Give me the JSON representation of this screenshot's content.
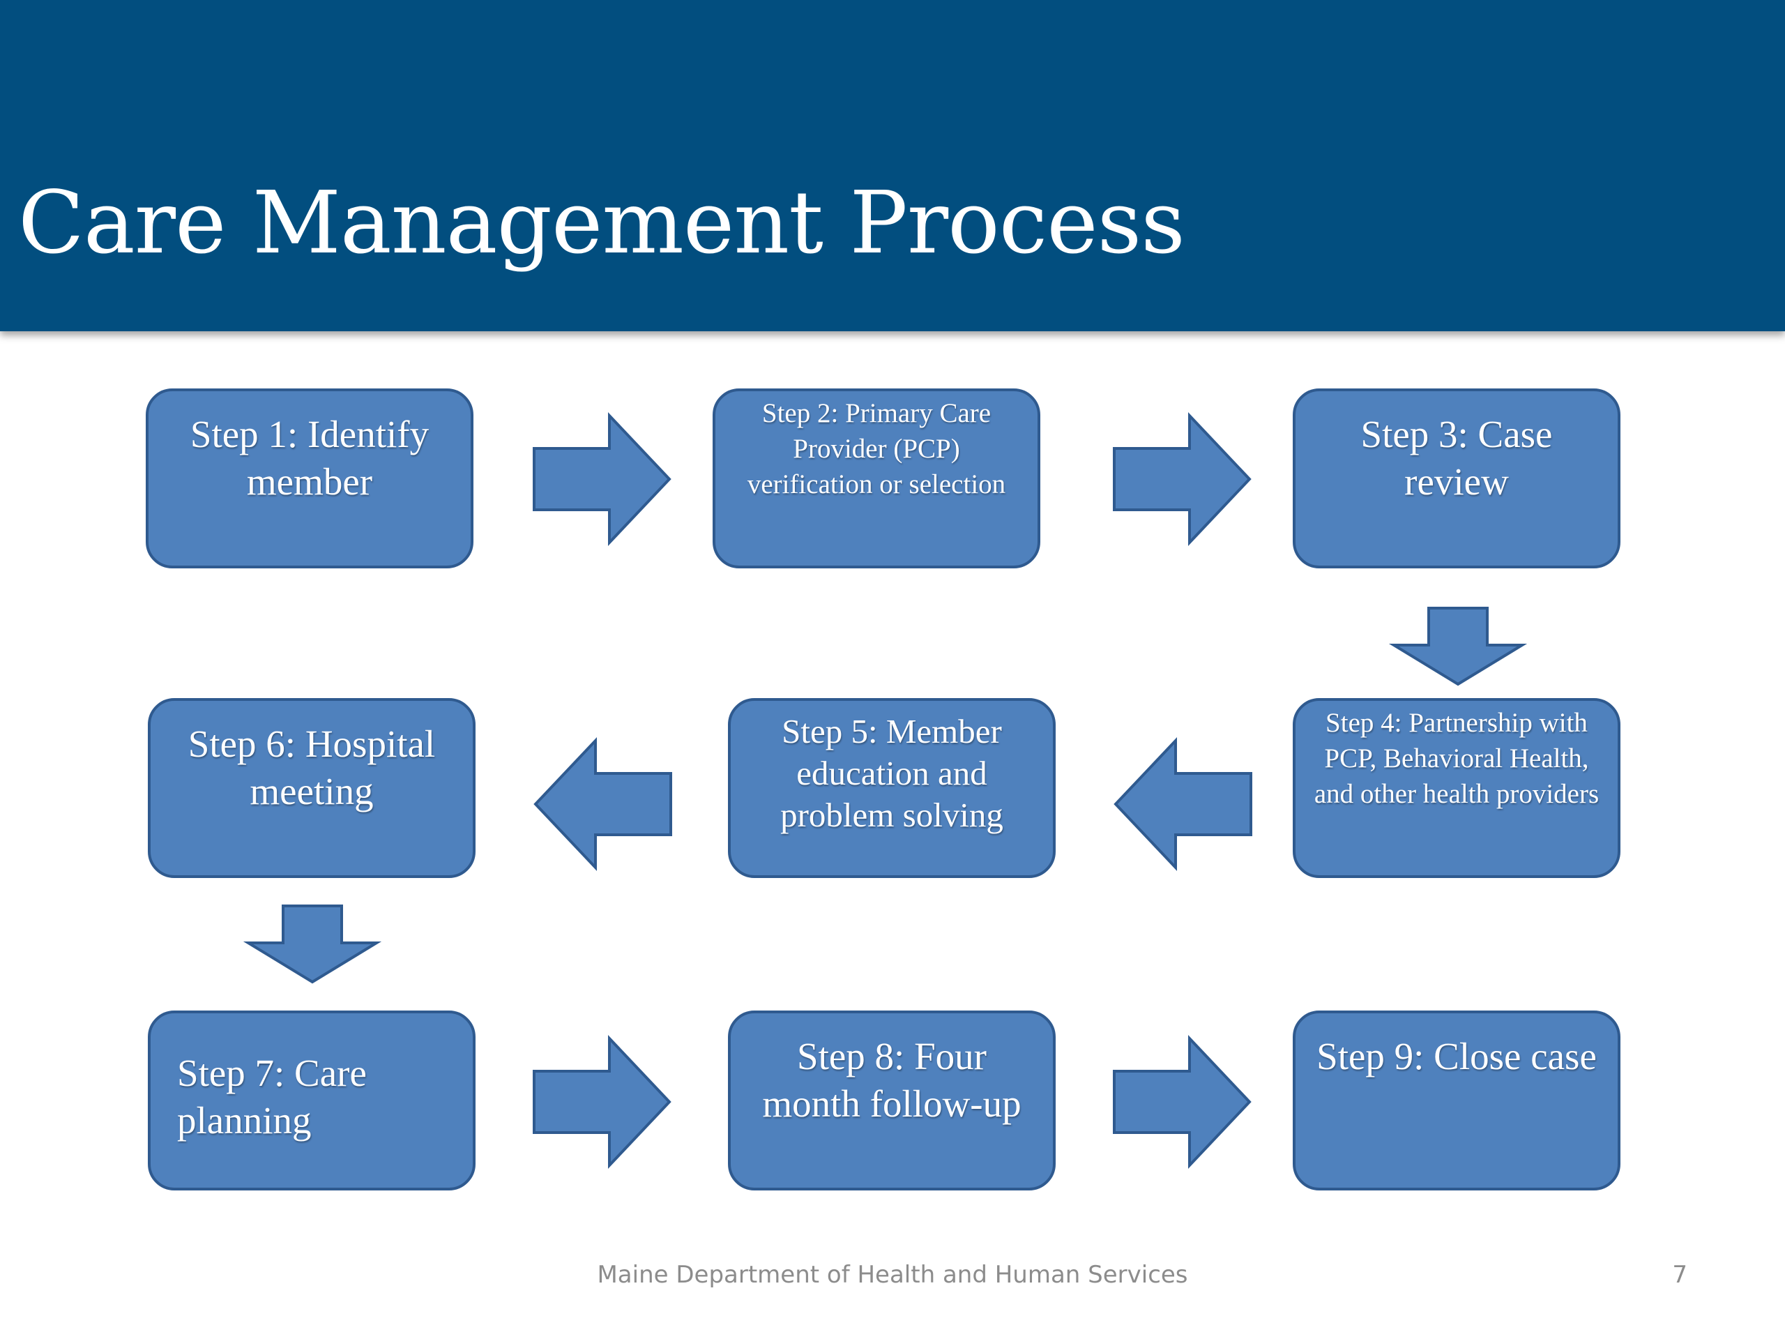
{
  "title": "Care Management Process",
  "colors": {
    "header": "#024e7f",
    "box_fill": "#4f81bd",
    "box_border": "#2f5a8f",
    "arrow_fill": "#4f81bd",
    "footer_text": "#8c8c8c"
  },
  "steps": [
    {
      "label": "Step 1: Identify member"
    },
    {
      "label": "Step 2: Primary Care Provider  (PCP) verification or selection"
    },
    {
      "label": "Step 3: Case review"
    },
    {
      "label": "Step 4: Partnership with PCP, Behavioral Health, and other health providers"
    },
    {
      "label": "Step 5: Member education and problem solving"
    },
    {
      "label": "Step 6: Hospital meeting"
    },
    {
      "label": "Step 7: Care planning"
    },
    {
      "label": "Step 8: Four month follow-up"
    },
    {
      "label": "Step 9: Close case"
    }
  ],
  "flow": [
    {
      "from": 1,
      "to": 2,
      "direction": "right"
    },
    {
      "from": 2,
      "to": 3,
      "direction": "right"
    },
    {
      "from": 3,
      "to": 4,
      "direction": "down"
    },
    {
      "from": 4,
      "to": 5,
      "direction": "left"
    },
    {
      "from": 5,
      "to": 6,
      "direction": "left"
    },
    {
      "from": 6,
      "to": 7,
      "direction": "down"
    },
    {
      "from": 7,
      "to": 8,
      "direction": "right"
    },
    {
      "from": 8,
      "to": 9,
      "direction": "right"
    }
  ],
  "footer": {
    "organization": "Maine Department of Health and Human Services",
    "page_number": "7"
  }
}
